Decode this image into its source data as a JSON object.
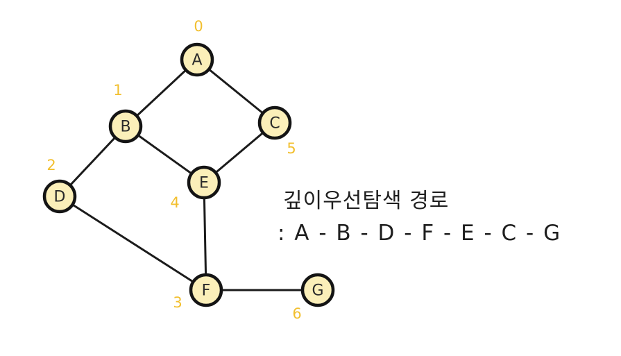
{
  "diagram": {
    "nodes": [
      {
        "id": "A",
        "label": "A",
        "order": "0"
      },
      {
        "id": "B",
        "label": "B",
        "order": "1"
      },
      {
        "id": "C",
        "label": "C",
        "order": "5"
      },
      {
        "id": "D",
        "label": "D",
        "order": "2"
      },
      {
        "id": "E",
        "label": "E",
        "order": "4"
      },
      {
        "id": "F",
        "label": "F",
        "order": "3"
      },
      {
        "id": "G",
        "label": "G",
        "order": "6"
      }
    ],
    "edges": [
      [
        "A",
        "B"
      ],
      [
        "A",
        "C"
      ],
      [
        "B",
        "D"
      ],
      [
        "B",
        "E"
      ],
      [
        "C",
        "E"
      ],
      [
        "D",
        "F"
      ],
      [
        "E",
        "F"
      ],
      [
        "F",
        "G"
      ]
    ]
  },
  "note": {
    "title": "깊이우선탐색 경로",
    "path": ": A - B - D - F - E - C - G"
  },
  "colors": {
    "node_fill": "#fbefb9",
    "node_stroke": "#141414",
    "order_number": "#f2bf2e"
  }
}
